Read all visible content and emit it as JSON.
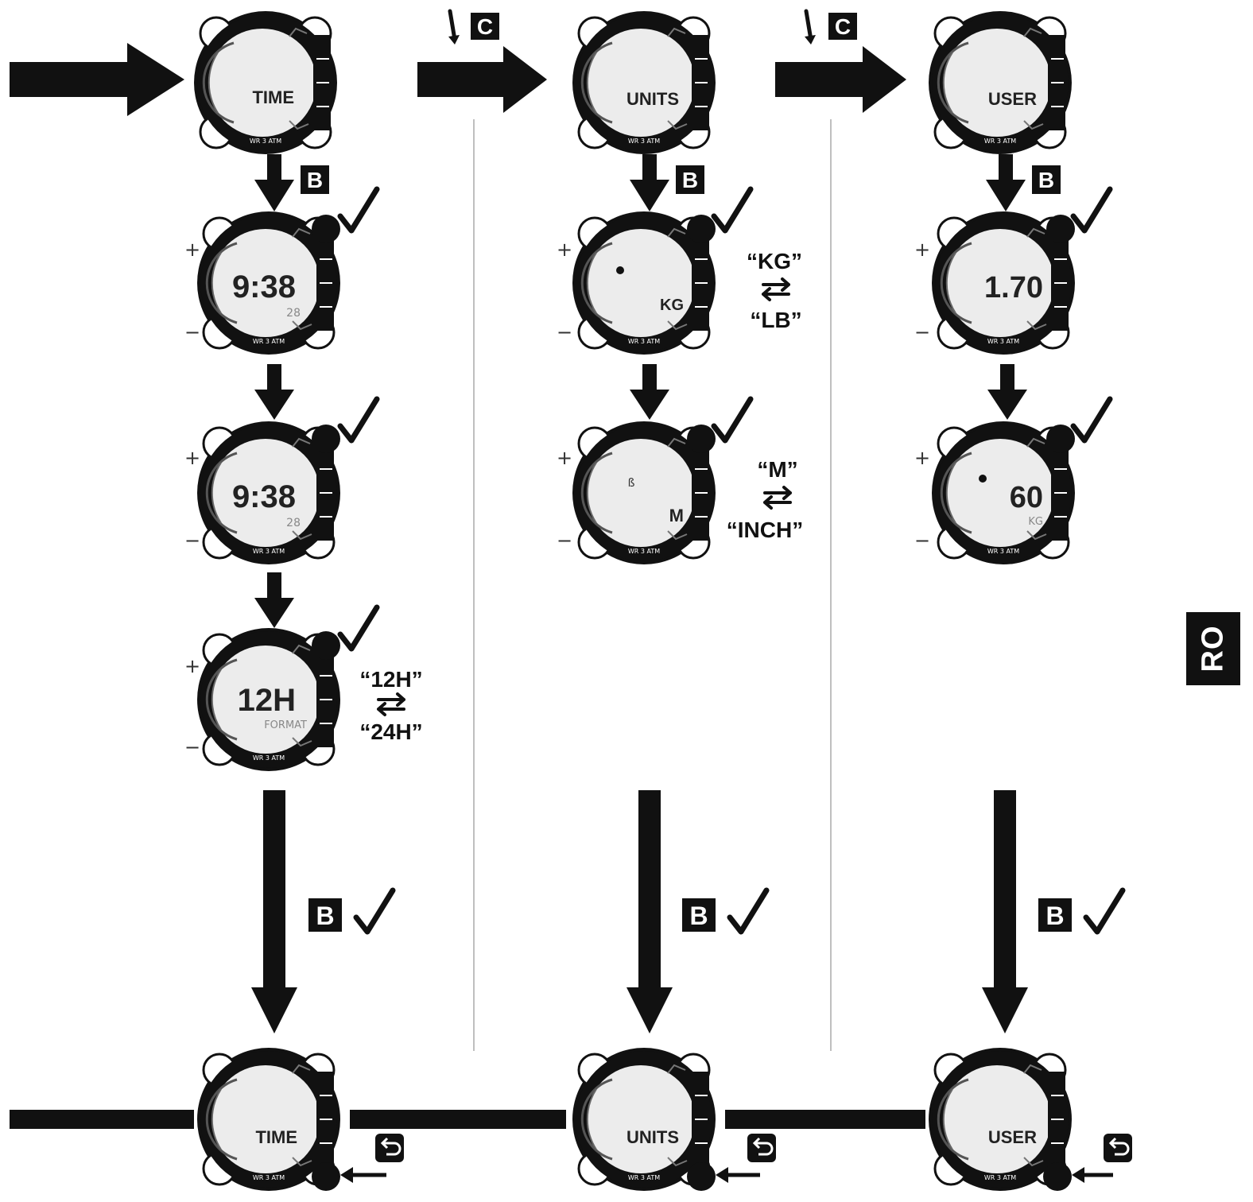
{
  "buttons": {
    "b": "B",
    "c": "C"
  },
  "columns": [
    {
      "id": "time",
      "menu_label": "TIME",
      "steps": [
        {
          "display": "9:38",
          "sub": "28",
          "plus": "+",
          "minus": "−"
        },
        {
          "display": "9:38",
          "sub": "28",
          "plus": "+",
          "minus": "−"
        },
        {
          "display": "12H",
          "sub": "FORMAT",
          "plus": "+",
          "minus": "−",
          "option_a": "“12H”",
          "option_b": "“24H”"
        }
      ]
    },
    {
      "id": "units",
      "menu_label": "UNITS",
      "steps": [
        {
          "display": "KG",
          "sub": "",
          "plus": "+",
          "minus": "−",
          "option_a": "“KG”",
          "option_b": "“LB”"
        },
        {
          "display": "M",
          "sub": "",
          "plus": "+",
          "minus": "−",
          "option_a": "“M”",
          "option_b": "“INCH”"
        }
      ]
    },
    {
      "id": "user",
      "menu_label": "USER",
      "steps": [
        {
          "display": "1.70",
          "sub": "",
          "plus": "+",
          "minus": "−"
        },
        {
          "display": "60",
          "sub": "KG",
          "plus": "+",
          "minus": "−"
        }
      ]
    }
  ],
  "watch_case_text": "WR 3 ATM",
  "language_tab": "RO",
  "icons": {
    "confirm": "check-icon",
    "swap": "swap-arrows-icon",
    "back": "back-icon",
    "press": "press-hand-icon"
  }
}
